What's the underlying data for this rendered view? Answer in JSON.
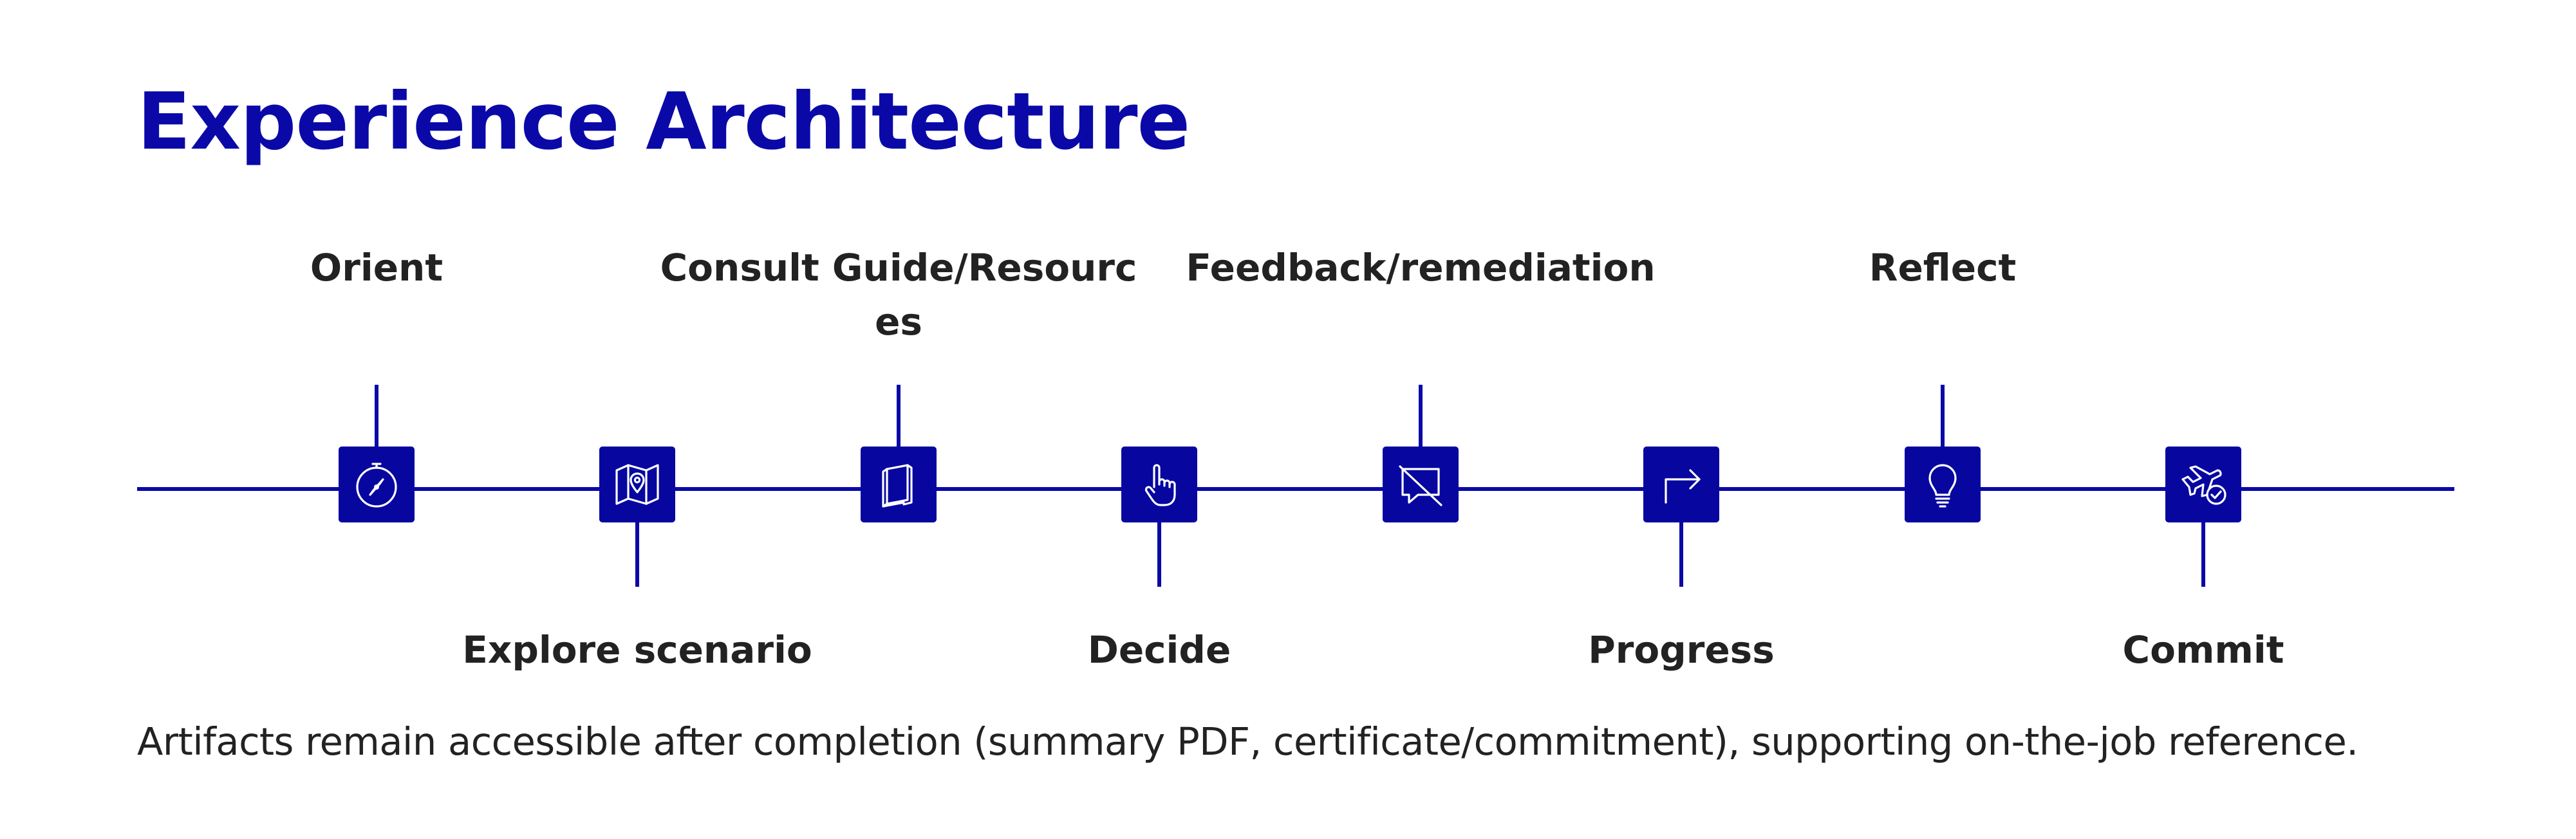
{
  "title": "Experience Architecture",
  "accent_color": "#0a09a8",
  "steps": [
    {
      "label": "Orient",
      "position": "above",
      "icon": "compass-icon"
    },
    {
      "label": "Explore scenario",
      "position": "below",
      "icon": "map-pin-icon"
    },
    {
      "label": "Consult Guide/Resources",
      "position": "above",
      "icon": "book-icon"
    },
    {
      "label": "Decide",
      "position": "below",
      "icon": "pointer-hand-icon"
    },
    {
      "label": "Feedback/remediation",
      "position": "above",
      "icon": "chat-off-icon"
    },
    {
      "label": "Progress",
      "position": "below",
      "icon": "arrow-turn-right-icon"
    },
    {
      "label": "Reflect",
      "position": "above",
      "icon": "lightbulb-icon"
    },
    {
      "label": "Commit",
      "position": "below",
      "icon": "plane-check-icon"
    }
  ],
  "footnote": "Artifacts remain accessible after completion (summary PDF, certificate/commitment), supporting on-the-job reference."
}
